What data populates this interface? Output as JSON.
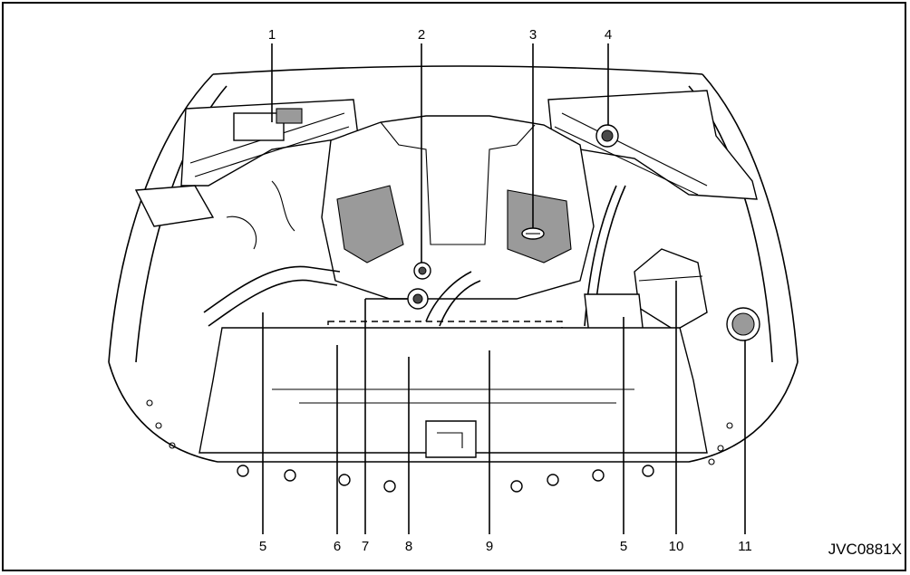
{
  "figure_code": "JVC0881X",
  "callouts": [
    "1",
    "2",
    "3",
    "4",
    "5",
    "6",
    "7",
    "8",
    "9",
    "5",
    "10",
    "11"
  ],
  "colors": {
    "line": "#000000",
    "shade": "#9a9a9a",
    "background": "#ffffff"
  }
}
